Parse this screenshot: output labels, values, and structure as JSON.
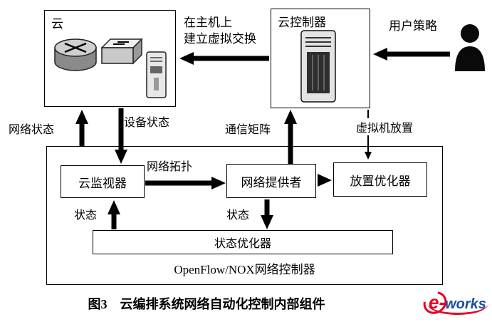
{
  "diagram": {
    "caption": "图3　云编排系统网络自动化控制内部组件",
    "nodes": {
      "cloud": {
        "label": "云"
      },
      "cloud_controller": {
        "label": "云控制器"
      },
      "user_policy": {
        "label": "用户策略"
      },
      "cloud_monitor": {
        "label": "云监视器"
      },
      "network_provider": {
        "label": "网络提供者"
      },
      "placement_optimizer": {
        "label": "放置优化器"
      },
      "state_optimizer": {
        "label": "状态优化器"
      },
      "openflow_controller": {
        "label": "OpenFlow/NOX网络控制器"
      }
    },
    "edges": {
      "virtual_switch_setup": {
        "label": "在主机上\n建立虚拟交换"
      },
      "network_state": {
        "label": "网络状态"
      },
      "device_state": {
        "label": "设备状态"
      },
      "communication_matrix": {
        "label": "通信矩阵"
      },
      "vm_placement": {
        "label": "虚拟机放置"
      },
      "network_topology": {
        "label": "网络拓扑"
      },
      "state_up": {
        "label": "状态"
      },
      "state_down": {
        "label": "状态"
      }
    },
    "icons": [
      "router-icon",
      "switch-icon",
      "server-icon",
      "server-tower-icon",
      "user-icon"
    ],
    "logo": {
      "text_red": "e-",
      "text_blue": "works",
      "color_red": "#e60021",
      "color_blue": "#1c4fa1"
    }
  }
}
